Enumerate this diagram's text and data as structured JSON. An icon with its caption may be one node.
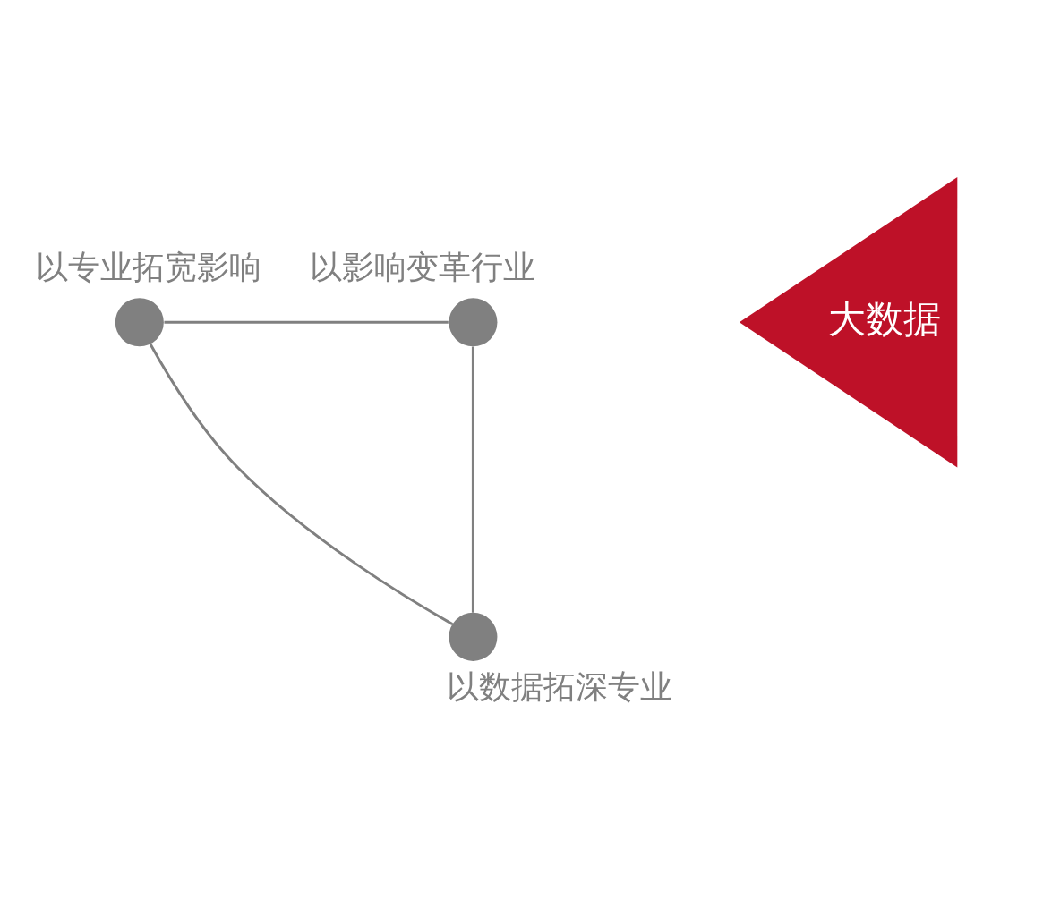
{
  "diagram": {
    "nodes": [
      {
        "text": [],
        "shape": "circle",
        "beside": [
          "以影响变革行业"
        ]
      },
      {
        "text": [],
        "shape": "circle",
        "beside": [
          "以专业拓宽影响"
        ]
      },
      {
        "text": [
          "大数据"
        ]
      },
      {
        "text": [],
        "shape": "circle",
        "beside": [
          "以数据拓深专业"
        ]
      }
    ],
    "edges": [
      {
        "from": 1,
        "to": 0,
        "arrow": "none"
      },
      {
        "from": 0,
        "to": 3,
        "arrow": "none"
      },
      {
        "from": 3,
        "to": 1,
        "arrow": "none"
      }
    ]
  }
}
